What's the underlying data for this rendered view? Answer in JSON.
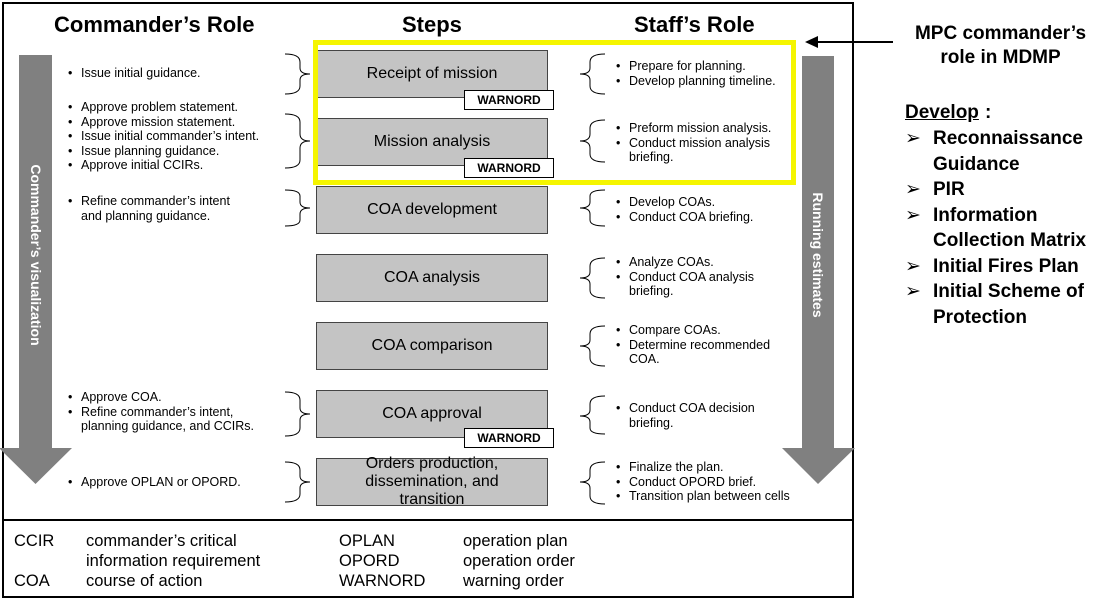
{
  "headers": {
    "commander": "Commander’s Role",
    "steps": "Steps",
    "staff": "Staff’s Role"
  },
  "arrows": {
    "left_label": "Commander’s visualization",
    "right_label": "Running estimates",
    "color": "#808080"
  },
  "highlight_color": "#f5f500",
  "steps": [
    {
      "label": "Receipt of mission",
      "warnord": "WARNORD"
    },
    {
      "label": "Mission analysis",
      "warnord": "WARNORD"
    },
    {
      "label": "COA development"
    },
    {
      "label": "COA analysis"
    },
    {
      "label": "COA comparison"
    },
    {
      "label": "COA approval",
      "warnord": "WARNORD"
    },
    {
      "label": "Orders production, dissemination, and transition"
    }
  ],
  "commander_items": [
    [
      "Issue initial guidance."
    ],
    [
      "Approve problem statement.",
      "Approve mission statement.",
      "Issue initial commander’s intent.",
      "Issue planning guidance.",
      "Approve initial CCIRs."
    ],
    [
      "Refine commander’s intent",
      "and planning guidance."
    ],
    [
      "Approve COA.",
      "Refine commander’s intent,",
      "planning guidance, and CCIRs."
    ],
    [
      "Approve OPLAN or OPORD."
    ]
  ],
  "staff_items": [
    [
      "Prepare for planning.",
      "Develop planning timeline."
    ],
    [
      "Preform mission analysis.",
      "Conduct mission analysis",
      "briefing."
    ],
    [
      "Develop COAs.",
      "Conduct COA briefing."
    ],
    [
      "Analyze COAs.",
      "Conduct COA analysis",
      "briefing."
    ],
    [
      "Compare COAs.",
      "Determine recommended",
      "COA."
    ],
    [
      "Conduct COA decision",
      "briefing."
    ],
    [
      "Finalize the plan.",
      "Conduct OPORD brief.",
      "Transition plan between cells"
    ]
  ],
  "legend": [
    {
      "abbr": "CCIR",
      "def1": "commander’s critical",
      "def2": "information requirement"
    },
    {
      "abbr": "COA",
      "def1": "course of action"
    },
    {
      "abbr": "OPLAN",
      "def1": "operation plan"
    },
    {
      "abbr": "OPORD",
      "def1": "operation order"
    },
    {
      "abbr": "WARNORD",
      "def1": "warning order"
    }
  ],
  "annotation": {
    "title_line1": "MPC commander’s",
    "title_line2": "role in MDMP",
    "develop": "Develop",
    "develop_colon": ":",
    "items": [
      "Reconnaissance Guidance",
      "PIR",
      "Information Collection Matrix",
      "Initial Fires Plan",
      "Initial Scheme of Protection"
    ]
  }
}
